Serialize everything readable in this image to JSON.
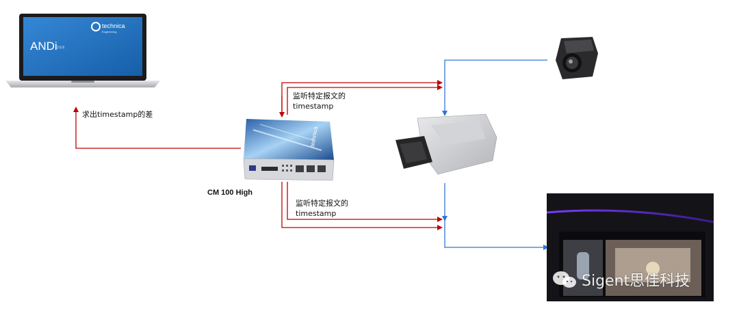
{
  "laptop": {
    "app_name": "ANDi",
    "app_version": "2.6.6",
    "brand": "technica",
    "brand_sub": "Engineering"
  },
  "device_box": {
    "label": "CM 100 High",
    "brand": "technica"
  },
  "annotations": {
    "compute_diff": "求出timestamp的差",
    "listen_top_line1": "监听特定报文的",
    "listen_top_line2": "timestamp",
    "listen_bottom_line1": "监听特定报文的",
    "listen_bottom_line2": "timestamp"
  },
  "watermark": {
    "text": "Sigent思佳科技"
  },
  "colors": {
    "red_line": "#c00000",
    "blue_line": "#2e75d6",
    "screen_blue": "#1e6fbf",
    "dashboard_dark": "#141418"
  }
}
